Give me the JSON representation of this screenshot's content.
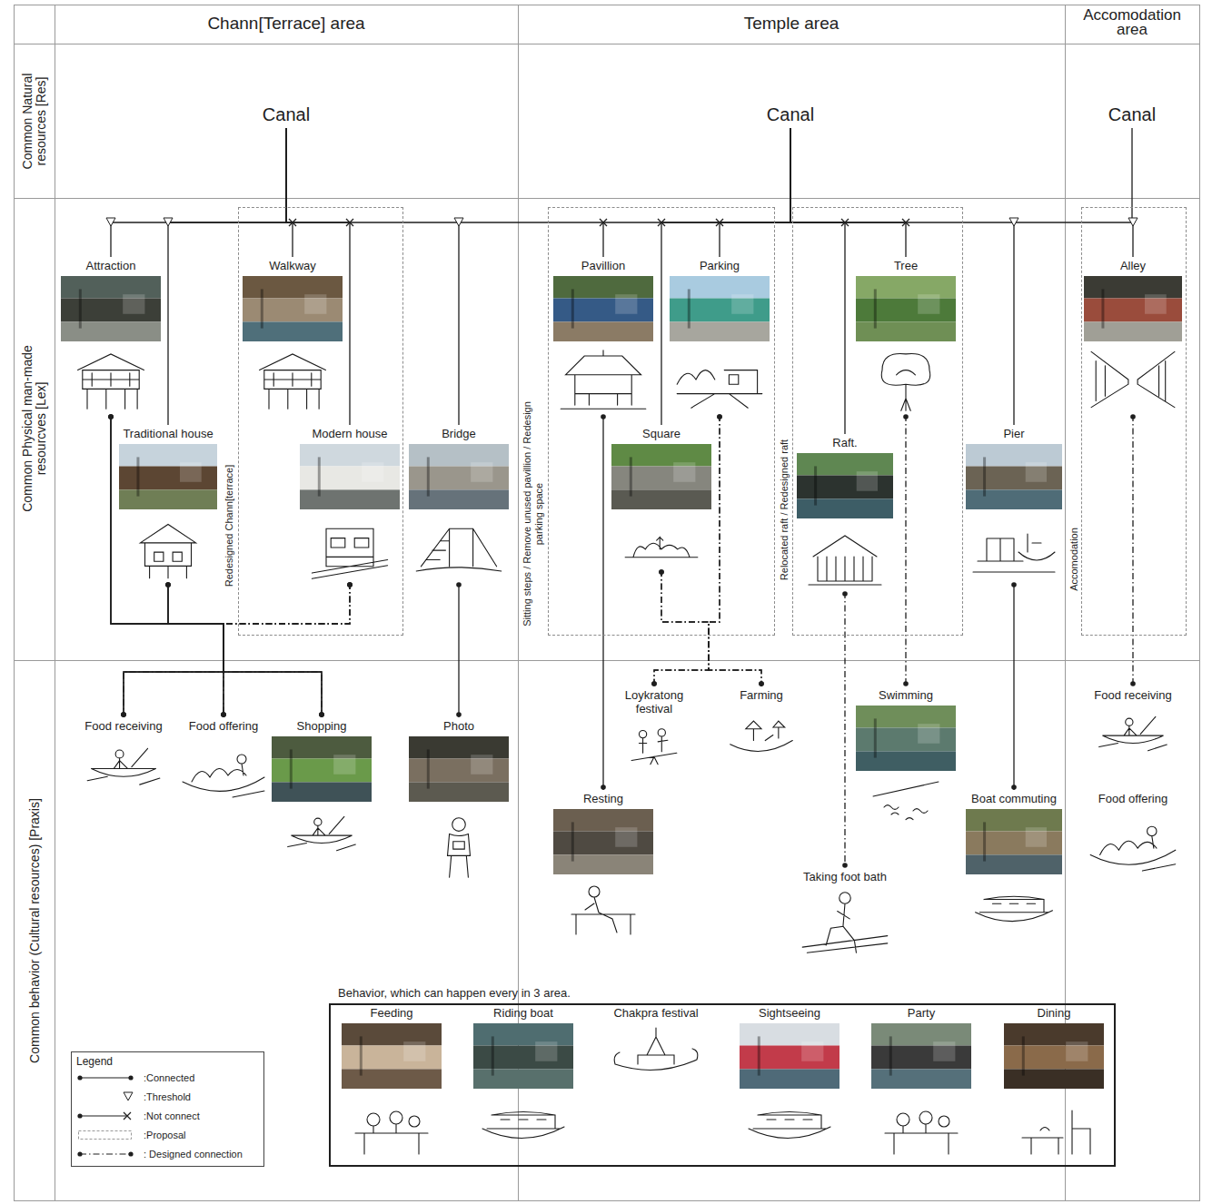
{
  "diagram": {
    "nodes": [
      {
        "text": [
          "Canal"
        ]
      },
      {
        "text": [
          "Canal"
        ]
      },
      {
        "text": [
          "Canal"
        ]
      },
      {
        "text": [
          "Attraction"
        ]
      },
      {
        "text": [
          "Traditional house"
        ]
      },
      {
        "text": [
          "Redesigned Chann[terrace]"
        ]
      },
      {
        "text": [
          "Walkway"
        ],
        "in": 5
      },
      {
        "text": [
          "Modern house"
        ],
        "in": 5
      },
      {
        "text": [
          "Bridge"
        ]
      },
      {
        "text": [
          "Sitting steps / Remove unused pavillion / Redesign parking space"
        ]
      },
      {
        "text": [
          "Pavillion"
        ],
        "in": 9
      },
      {
        "text": [
          "Parking"
        ],
        "in": 9
      },
      {
        "text": [
          "Square"
        ],
        "in": 9
      },
      {
        "text": [
          "Relocated raft / Redesigned raft"
        ]
      },
      {
        "text": [
          "Tree"
        ],
        "in": 13
      },
      {
        "text": [
          "Raft."
        ],
        "in": 13
      },
      {
        "text": [
          "Pier"
        ]
      },
      {
        "text": [
          "Accomodation"
        ]
      },
      {
        "text": [
          "Alley"
        ],
        "in": 17
      },
      {
        "text": [
          "Food receiving"
        ]
      },
      {
        "text": [
          "Food offering"
        ]
      },
      {
        "text": [
          "Shopping"
        ]
      },
      {
        "text": [
          "Photo"
        ]
      },
      {
        "text": [
          "Loykratong festival"
        ]
      },
      {
        "text": [
          "Farming"
        ]
      },
      {
        "text": [
          "Resting"
        ]
      },
      {
        "text": [
          "Swimming"
        ]
      },
      {
        "text": [
          "Taking foot bath"
        ]
      },
      {
        "text": [
          "Boat commuting"
        ]
      },
      {
        "text": [
          "Food receiving"
        ]
      },
      {
        "text": [
          "Food offering"
        ]
      },
      {
        "text": [
          "Behavior, which can happen every in 3 area."
        ]
      },
      {
        "text": [
          "Feeding"
        ],
        "in": 31
      },
      {
        "text": [
          "Riding boat"
        ],
        "in": 31
      },
      {
        "text": [
          "Chakpra festival"
        ],
        "in": 31
      },
      {
        "text": [
          "Sightseeing"
        ],
        "in": 31
      },
      {
        "text": [
          "Party"
        ],
        "in": 31
      },
      {
        "text": [
          "Dining"
        ],
        "in": 31
      }
    ],
    "edges": [
      {
        "from": 0,
        "to": 3,
        "arrow": "none"
      },
      {
        "from": 0,
        "to": 4,
        "arrow": "none"
      },
      {
        "from": 0,
        "to": 6,
        "arrow": "none"
      },
      {
        "from": 0,
        "to": 7,
        "arrow": "none"
      },
      {
        "from": 0,
        "to": 8,
        "arrow": "none"
      },
      {
        "from": 1,
        "to": 10,
        "arrow": "none"
      },
      {
        "from": 1,
        "to": 12,
        "arrow": "none"
      },
      {
        "from": 1,
        "to": 11,
        "arrow": "none"
      },
      {
        "from": 1,
        "to": 15,
        "arrow": "none"
      },
      {
        "from": 1,
        "to": 14,
        "arrow": "none"
      },
      {
        "from": 1,
        "to": 16,
        "arrow": "none"
      },
      {
        "from": 2,
        "to": 18,
        "arrow": "none"
      },
      {
        "from": 3,
        "to": 19,
        "arrow": "none"
      },
      {
        "from": 3,
        "to": 20,
        "arrow": "none"
      },
      {
        "from": 3,
        "to": 21,
        "arrow": "none"
      },
      {
        "from": 4,
        "to": 19,
        "arrow": "none"
      },
      {
        "from": 4,
        "to": 20,
        "arrow": "none"
      },
      {
        "from": 4,
        "to": 21,
        "arrow": "none"
      },
      {
        "from": 7,
        "to": 19,
        "arrow": "none"
      },
      {
        "from": 7,
        "to": 20,
        "arrow": "none"
      },
      {
        "from": 7,
        "to": 21,
        "arrow": "none"
      },
      {
        "from": 8,
        "to": 22,
        "arrow": "none"
      },
      {
        "from": 10,
        "to": 25,
        "arrow": "none"
      },
      {
        "from": 12,
        "to": 23,
        "arrow": "none"
      },
      {
        "from": 12,
        "to": 24,
        "arrow": "none"
      },
      {
        "from": 11,
        "to": 23,
        "arrow": "none"
      },
      {
        "from": 11,
        "to": 24,
        "arrow": "none"
      },
      {
        "from": 15,
        "to": 27,
        "arrow": "none"
      },
      {
        "from": 14,
        "to": 26,
        "arrow": "none"
      },
      {
        "from": 16,
        "to": 28,
        "arrow": "none"
      },
      {
        "from": 18,
        "to": 29,
        "arrow": "none"
      }
    ],
    "labels": [
      "Chann[Terrace] area",
      "Temple area",
      "Accomodation area",
      "Common Natural resources [Res]",
      "Common Physical man-made resourcves [Lex]",
      "Common behavior (Cultural resources) [Praxis]",
      "Legend"
    ],
    "legend": [
      {
        "text": ":Connected"
      },
      {
        "text": ":Threshold"
      },
      {
        "text": ":Not connect"
      },
      {
        "text": ":Proposal"
      },
      {
        "text": ": Designed connection"
      }
    ]
  }
}
